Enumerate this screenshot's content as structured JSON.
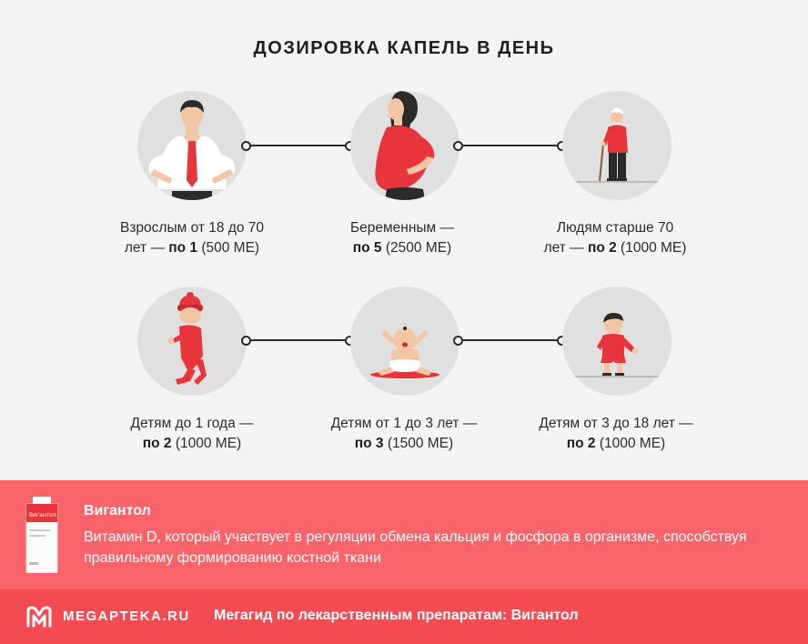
{
  "title": "ДОЗИРОВКА КАПЕЛЬ В ДЕНЬ",
  "colors": {
    "accent": "#e8343b",
    "info_bg": "#f9636a",
    "footer_bg": "#f34b52",
    "circle_bg": "#e0e0e0",
    "page_bg": "#f4f4f4"
  },
  "groups": [
    {
      "line1": "Взрослым от 18 до 70",
      "pre": "лет — ",
      "bold": "по 1",
      "post": " (500 МЕ)",
      "icon": "adult-man-icon"
    },
    {
      "line1": "Беременным —",
      "pre": "",
      "bold": "по 5",
      "post": " (2500 МЕ)",
      "icon": "pregnant-woman-icon"
    },
    {
      "line1": "Людям старше 70",
      "pre": "лет — ",
      "bold": "по 2",
      "post": " (1000 МЕ)",
      "icon": "elderly-man-icon"
    },
    {
      "line1": "Детям до 1 года —",
      "pre": "",
      "bold": "по 2",
      "post": " (1000 МЕ)",
      "icon": "infant-icon"
    },
    {
      "line1": "Детям от 1 до 3 лет —",
      "pre": "",
      "bold": "по 3",
      "post": " (1500 МЕ)",
      "icon": "toddler-icon"
    },
    {
      "line1": "Детям от 3 до 18 лет —",
      "pre": "",
      "bold": "по 2",
      "post": " (1000 МЕ)",
      "icon": "child-icon"
    }
  ],
  "product": {
    "name": "Вигантол",
    "description": "Витамин D, который участвует в регуляции обмена кальция и фосфора в организме, способствуя правильному формированию костной ткани",
    "box_label": "Вигантол"
  },
  "footer": {
    "brand": "MEGAPTEKA.RU",
    "text": "Мегагид по лекарственным препаратам: Вигантол"
  }
}
